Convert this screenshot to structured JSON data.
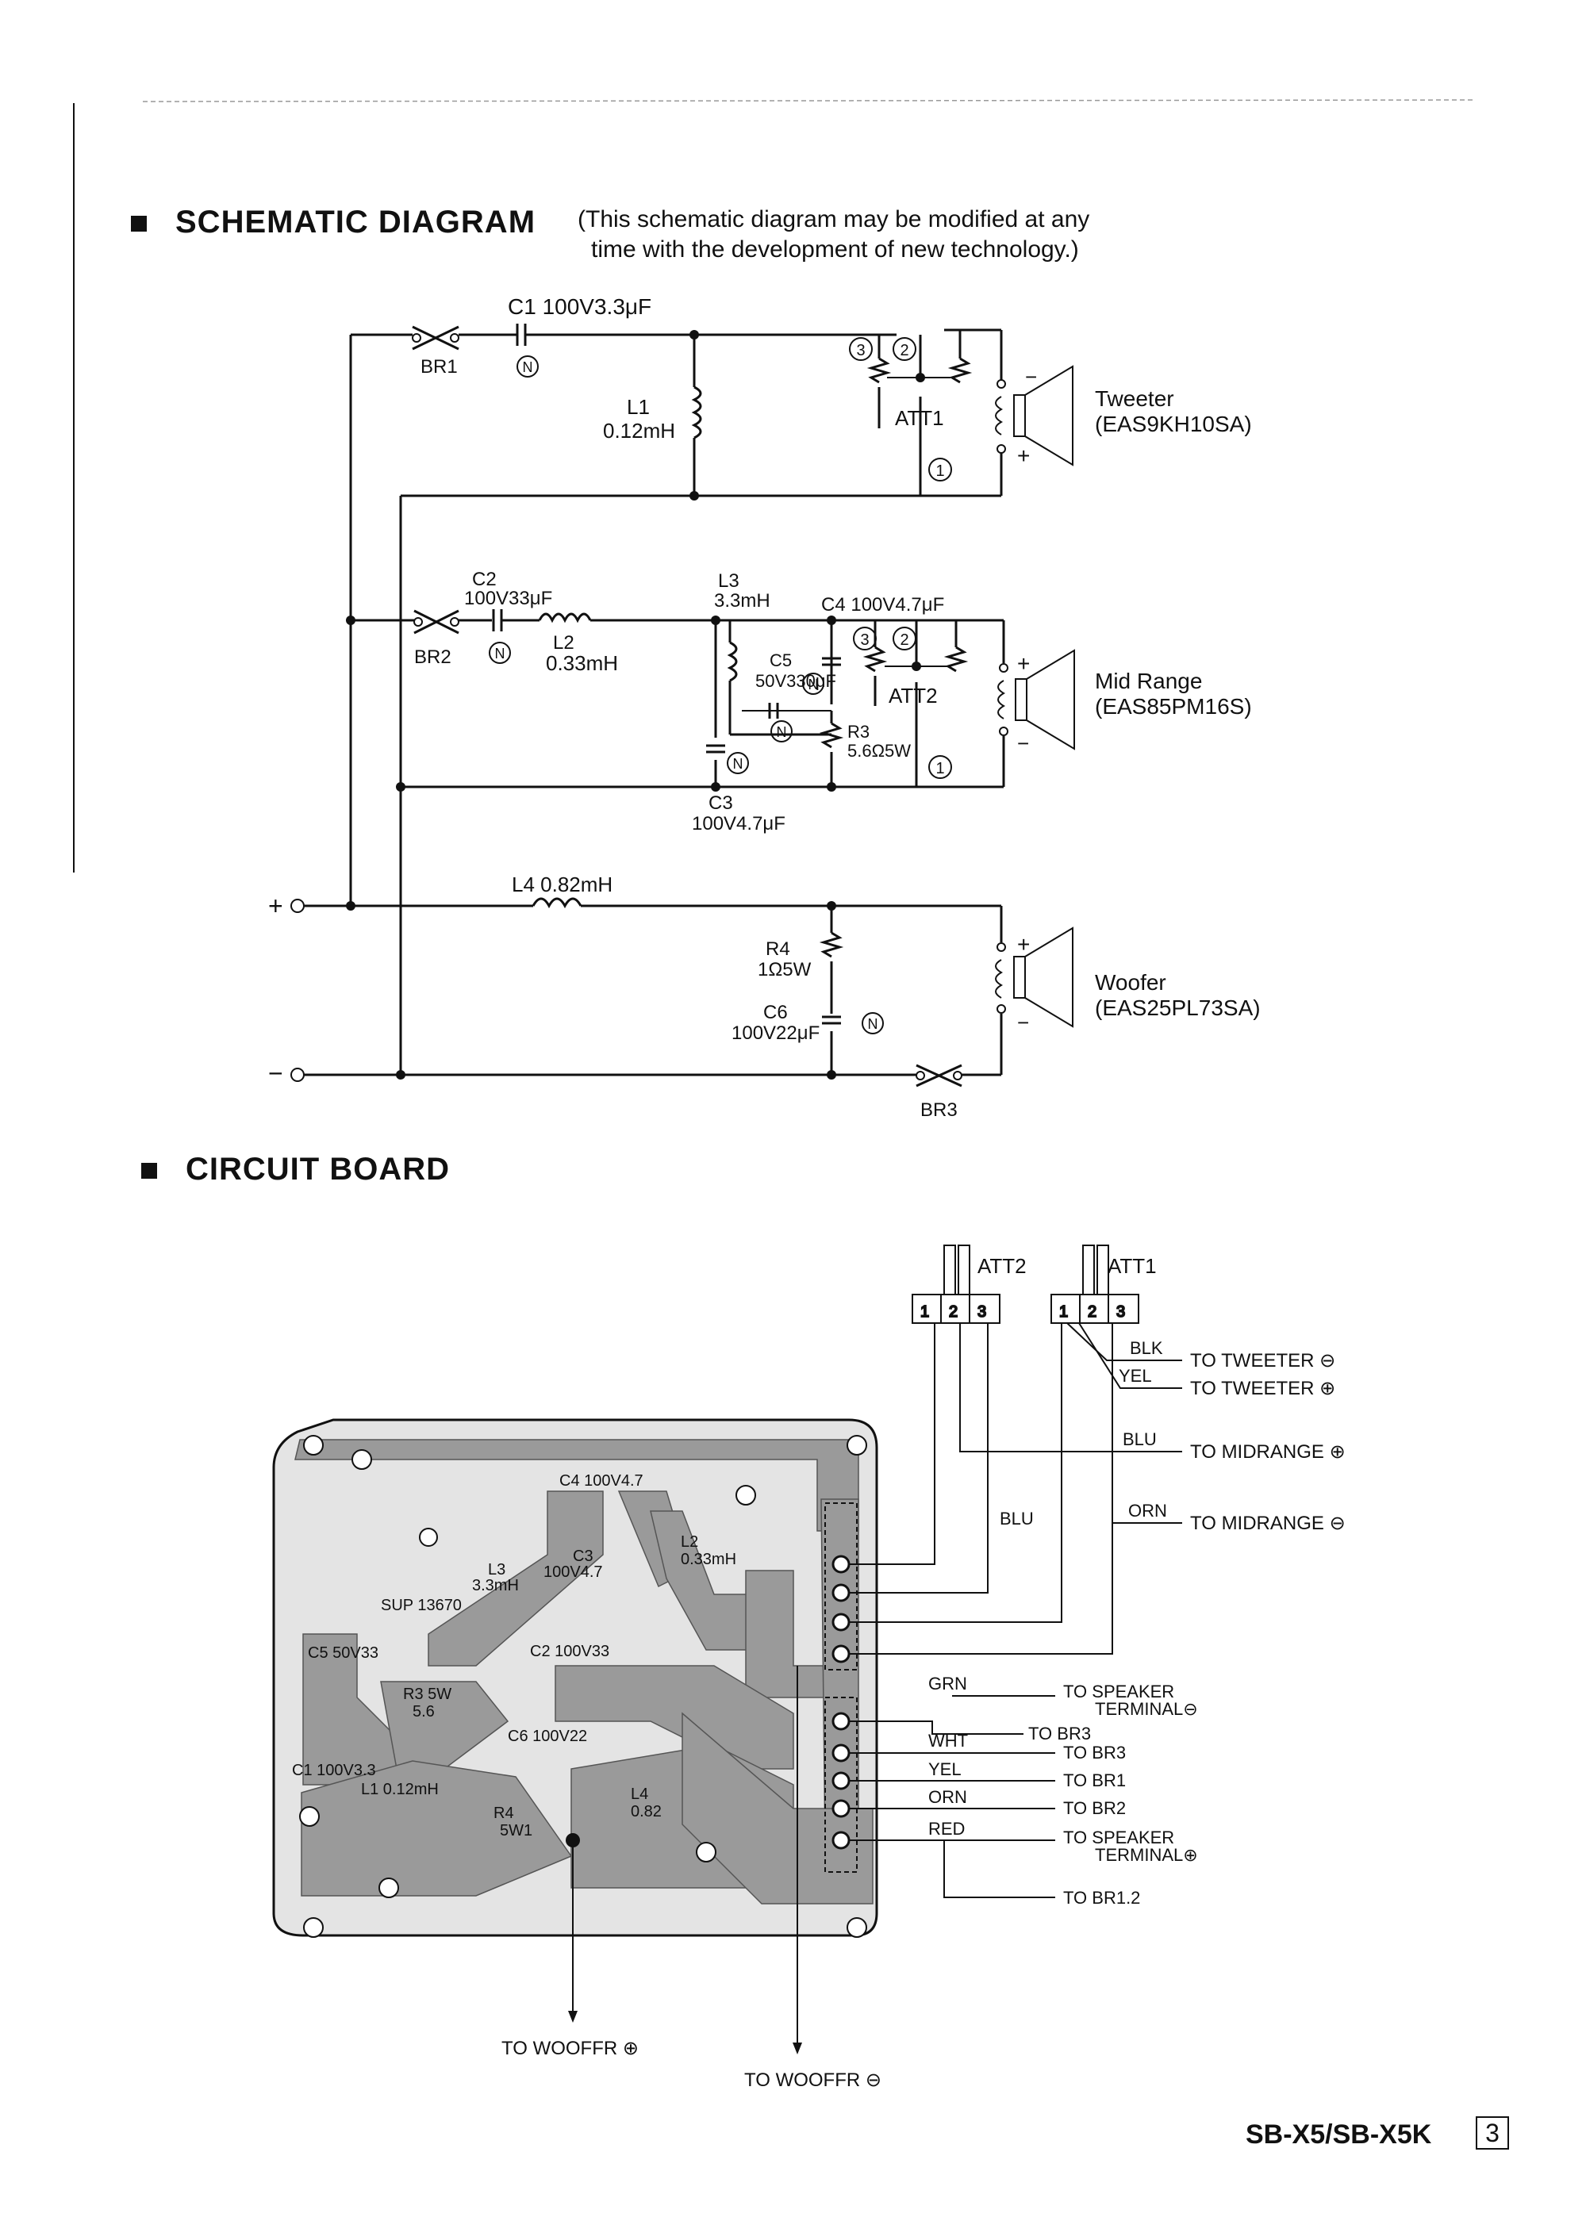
{
  "schematic": {
    "title": "SCHEMATIC DIAGRAM",
    "note_line1": "(This schematic diagram may be modified at any",
    "note_line2": "time with the development of new technology.)",
    "c1": "C1 100V3.3μF",
    "br1": "BR1",
    "l1a": "L1",
    "l1b": "0.12mH",
    "tweeter_a": "Tweeter",
    "tweeter_b": "(EAS9KH10SA)",
    "att1": "ATT1",
    "c2a": "C2",
    "c2b": "100V33μF",
    "br2": "BR2",
    "l2a": "L2",
    "l2b": "0.33mH",
    "l3a": "L3",
    "l3b": "3.3mH",
    "c4": "C4 100V4.7μF",
    "c5a": "C5",
    "c5b": "50V330μF",
    "att2": "ATT2",
    "r3a": "R3",
    "r3b": "5.6Ω5W",
    "c3a": "C3",
    "c3b": "100V4.7μF",
    "mid_a": "Mid Range",
    "mid_b": "(EAS85PM16S)",
    "l4": "L4  0.82mH",
    "r4a": "R4",
    "r4b": "1Ω5W",
    "c6a": "C6",
    "c6b": "100V22μF",
    "woofer_a": "Woofer",
    "woofer_b": "(EAS25PL73SA)",
    "br3": "BR3",
    "plus": "+",
    "minus": "−",
    "n": "N",
    "p1": "1",
    "p2": "2",
    "p3": "3"
  },
  "board": {
    "title": "CIRCUIT BOARD",
    "att2": "ATT2",
    "att1": "ATT1",
    "to_tw_minus": "TO TWEETER ⊖",
    "to_tw_plus": "TO TWEETER ⊕",
    "to_mid_plus": "TO MIDRANGE ⊕",
    "to_mid_minus": "TO MIDRANGE ⊖",
    "blk": "BLK",
    "yel": "YEL",
    "blu": "BLU",
    "orn": "ORN",
    "grn": "GRN",
    "wht": "WHT",
    "red": "RED",
    "to_spk_minus_a": "TO SPEAKER",
    "to_spk_minus_b": "TERMINAL⊖",
    "to_br3a": "TO BR3",
    "to_br3": "TO BR3",
    "to_br1": "TO BR1",
    "to_br2": "TO BR2",
    "to_spk_plus_a": "TO SPEAKER",
    "to_spk_plus_b": "TERMINAL⊕",
    "to_br12": "TO BR1.2",
    "to_woofer_plus": "TO WOOFFR ⊕",
    "to_woofer_minus": "TO WOOFFR ⊖",
    "pcb_c4": "C4 100V4.7",
    "pcb_l3a": "L3",
    "pcb_l3b": "3.3mH",
    "pcb_c3a": "C3",
    "pcb_c3b": "100V4.7",
    "pcb_l2a": "L2",
    "pcb_l2b": "0.33mH",
    "pcb_sup": "SUP 13670",
    "pcb_c5": "C5 50V33",
    "pcb_c2": "C2 100V33",
    "pcb_r3a": "R3 5W",
    "pcb_r3b": "5.6",
    "pcb_c6": "C6 100V22",
    "pcb_c1": "C1 100V3.3",
    "pcb_l1": "L1 0.12mH",
    "pcb_r4a": "R4",
    "pcb_r4b": "5W1",
    "pcb_l4a": "L4",
    "pcb_l4b": "0.82",
    "pin1": "1",
    "pin2": "2",
    "pin3": "3"
  },
  "footer": {
    "model": "SB-X5/SB-X5K",
    "page": "3"
  }
}
